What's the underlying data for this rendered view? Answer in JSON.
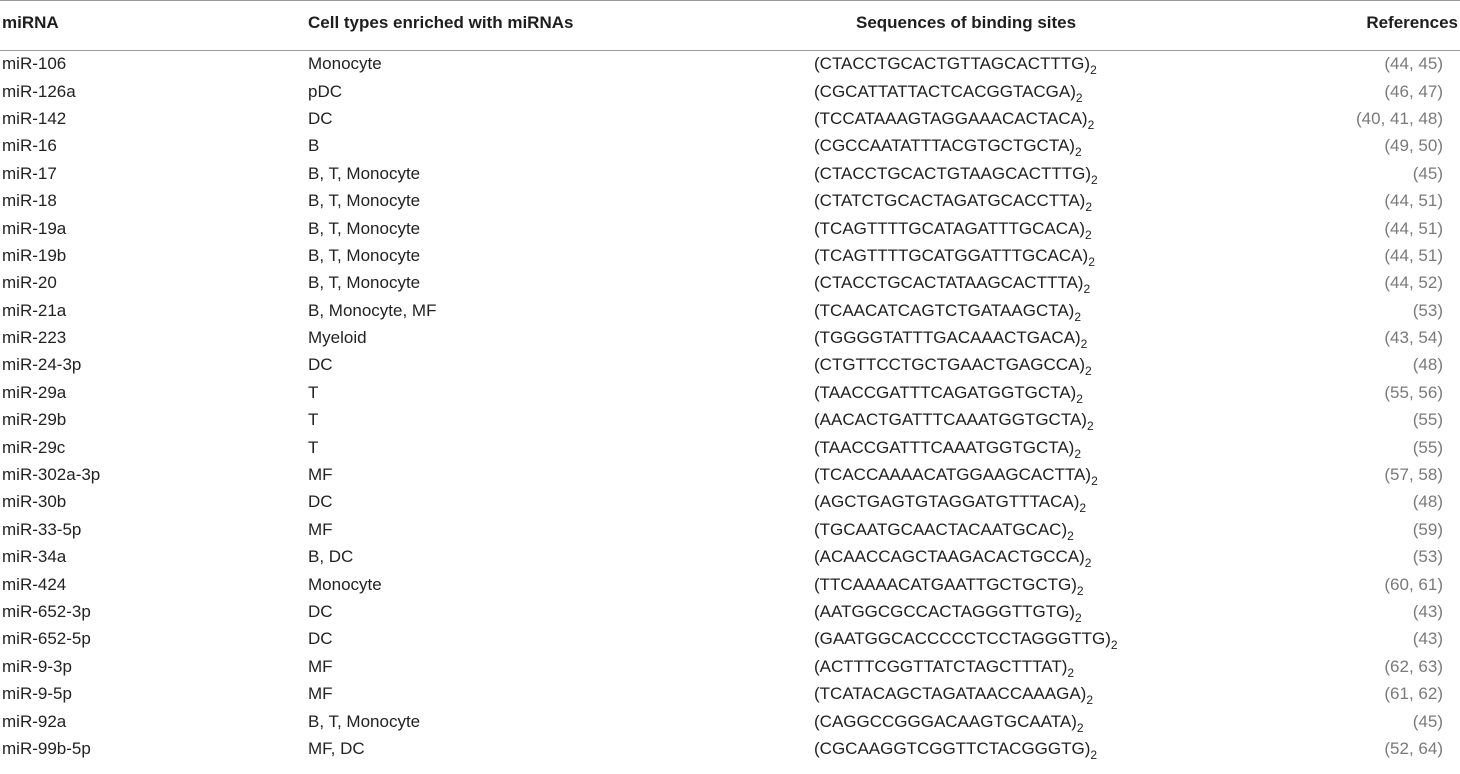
{
  "headers": {
    "mirna": "miRNA",
    "cell_types": "Cell types enriched with miRNAs",
    "sequences": "Sequences of binding sites",
    "references": "References"
  },
  "sequence_subscript": "2",
  "rows": [
    {
      "mirna": "miR-106",
      "cells": "Monocyte",
      "seq": "(CTACCTGCACTGTTAGCACTTTG)",
      "refs": [
        "44",
        "45"
      ]
    },
    {
      "mirna": "miR-126a",
      "cells": "pDC",
      "seq": "(CGCATTATTACTCACGGTACGA)",
      "refs": [
        "46",
        "47"
      ]
    },
    {
      "mirna": "miR-142",
      "cells": "DC",
      "seq": "(TCCATAAAGTAGGAAACACTACA)",
      "refs": [
        "40",
        "41",
        "48"
      ]
    },
    {
      "mirna": "miR-16",
      "cells": "B",
      "seq": "(CGCCAATATTTACGTGCTGCTA)",
      "refs": [
        "49",
        "50"
      ]
    },
    {
      "mirna": "miR-17",
      "cells": "B, T, Monocyte",
      "seq": "(CTACCTGCACTGTAAGCACTTTG)",
      "refs": [
        "45"
      ]
    },
    {
      "mirna": "miR-18",
      "cells": "B, T, Monocyte",
      "seq": "(CTATCTGCACTAGATGCACCTTA)",
      "refs": [
        "44",
        "51"
      ]
    },
    {
      "mirna": "miR-19a",
      "cells": "B, T, Monocyte",
      "seq": "(TCAGTTTTGCATAGATTTGCACA)",
      "refs": [
        "44",
        "51"
      ]
    },
    {
      "mirna": "miR-19b",
      "cells": "B, T, Monocyte",
      "seq": "(TCAGTTTTGCATGGATTTGCACA)",
      "refs": [
        "44",
        "51"
      ]
    },
    {
      "mirna": "miR-20",
      "cells": "B, T, Monocyte",
      "seq": "(CTACCTGCACTATAAGCACTTTA)",
      "refs": [
        "44",
        "52"
      ]
    },
    {
      "mirna": "miR-21a",
      "cells": "B, Monocyte, MF",
      "seq": "(TCAACATCAGTCTGATAAGCTA)",
      "refs": [
        "53"
      ]
    },
    {
      "mirna": "miR-223",
      "cells": "Myeloid",
      "seq": "(TGGGGTATTTGACAAACTGACA)",
      "refs": [
        "43",
        "54"
      ]
    },
    {
      "mirna": "miR-24-3p",
      "cells": "DC",
      "seq": "(CTGTTCCTGCTGAACTGAGCCA)",
      "refs": [
        "48"
      ]
    },
    {
      "mirna": "miR-29a",
      "cells": "T",
      "seq": "(TAACCGATTTCAGATGGTGCTA)",
      "refs": [
        "55",
        "56"
      ]
    },
    {
      "mirna": "miR-29b",
      "cells": "T",
      "seq": "(AACACTGATTTCAAATGGTGCTA)",
      "refs": [
        "55"
      ]
    },
    {
      "mirna": "miR-29c",
      "cells": "T",
      "seq": "(TAACCGATTTCAAATGGTGCTA)",
      "refs": [
        "55"
      ]
    },
    {
      "mirna": "miR-302a-3p",
      "cells": "MF",
      "seq": "(TCACCAAAACATGGAAGCACTTA)",
      "refs": [
        "57",
        "58"
      ]
    },
    {
      "mirna": "miR-30b",
      "cells": "DC",
      "seq": "(AGCTGAGTGTAGGATGTTTACA)",
      "refs": [
        "48"
      ]
    },
    {
      "mirna": "miR-33-5p",
      "cells": "MF",
      "seq": "(TGCAATGCAACTACAATGCAC)",
      "refs": [
        "59"
      ]
    },
    {
      "mirna": "miR-34a",
      "cells": "B, DC",
      "seq": "(ACAACCAGCTAAGACACTGCCA)",
      "refs": [
        "53"
      ]
    },
    {
      "mirna": "miR-424",
      "cells": "Monocyte",
      "seq": "(TTCAAAACATGAATTGCTGCTG)",
      "refs": [
        "60",
        "61"
      ]
    },
    {
      "mirna": "miR-652-3p",
      "cells": "DC",
      "seq": "(AATGGCGCCACTAGGGTTGTG)",
      "refs": [
        "43"
      ]
    },
    {
      "mirna": "miR-652-5p",
      "cells": "DC",
      "seq": "(GAATGGCACCCCCTCCTAGGGTTG)",
      "refs": [
        "43"
      ]
    },
    {
      "mirna": "miR-9-3p",
      "cells": "MF",
      "seq": "(ACTTTCGGTTATCTAGCTTTAT)",
      "refs": [
        "62",
        "63"
      ]
    },
    {
      "mirna": "miR-9-5p",
      "cells": "MF",
      "seq": "(TCATACAGCTAGATAACCAAAGA)",
      "refs": [
        "61",
        "62"
      ]
    },
    {
      "mirna": "miR-92a",
      "cells": "B, T, Monocyte",
      "seq": "(CAGGCCGGGACAAGTGCAATA)",
      "refs": [
        "45"
      ]
    },
    {
      "mirna": "miR-99b-5p",
      "cells": "MF, DC",
      "seq": "(CGCAAGGTCGGTTCTACGGGTG)",
      "refs": [
        "52",
        "64"
      ]
    }
  ]
}
